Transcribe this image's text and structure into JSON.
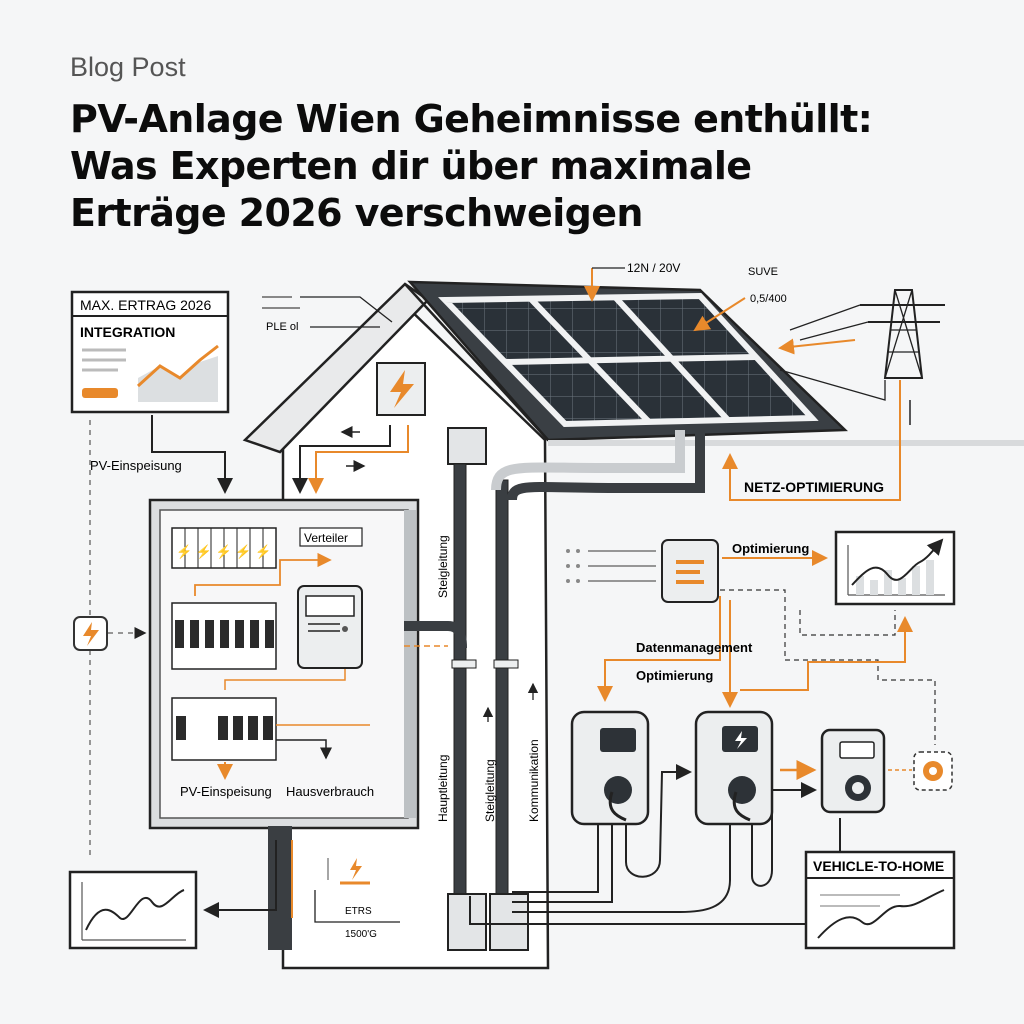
{
  "header": {
    "eyebrow": "Blog Post",
    "title_lines": [
      "PV-Anlage Wien Geheimnisse enthüllt:",
      "Was Experten dir über maximale",
      "Erträge 2026 verschweigen"
    ]
  },
  "illustration": {
    "card_top_left": {
      "badge": "MAX. ERTRAG 2026",
      "heading": "INTEGRATION"
    },
    "small_labels": {
      "ple": "PLE ol",
      "solar_a": "12N / 20V",
      "solar_b": "SUVE",
      "solar_c": "0,5/400",
      "etrs": "ETRS",
      "etrs_val": "1500'G"
    },
    "labels": {
      "pv_feed_top": "PV-Einspeisung",
      "distributor": "Verteiler",
      "pv_feed_bottom": "PV-Einspeisung",
      "house_consumption": "Hausverbrauch",
      "riser_1": "Steigleitung",
      "main_line": "Hauptleitung",
      "riser_2": "Steigleitung",
      "communication": "Kommunikation",
      "grid_optimization": "NETZ-OPTIMIERUNG",
      "optimization_1": "Optimierung",
      "data_management": "Datenmanagement",
      "optimization_2": "Optimierung",
      "vehicle_to_home": "VEHICLE-TO-HOME"
    },
    "colors": {
      "accent": "#e8892b",
      "line": "#222222",
      "panel": "#2a3138",
      "frame": "#f1f2f3"
    }
  }
}
